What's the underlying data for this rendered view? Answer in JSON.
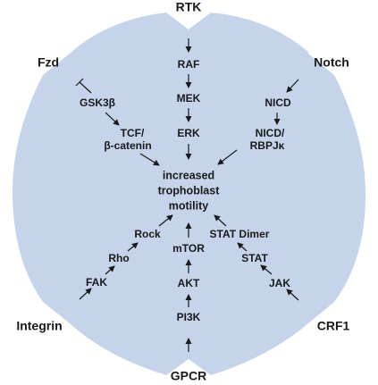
{
  "receptors": {
    "rtk": "RTK",
    "fzd": "Fzd",
    "notch": "Notch",
    "integrin": "Integrin",
    "crf1": "CRF1",
    "gpcr": "GPCR"
  },
  "nodes": {
    "raf": "RAF",
    "mek": "MEK",
    "erk": "ERK",
    "gsk3b": "GSK3β",
    "tcf_line1": "TCF/",
    "tcf_line2": "β-catenin",
    "nicd": "NICD",
    "nicd_rbpj_line1": "NICD/",
    "nicd_rbpj_line2": "RBPJκ",
    "fak": "FAK",
    "rho": "Rho",
    "rock": "Rock",
    "pi3k": "PI3K",
    "akt": "AKT",
    "mtor": "mTOR",
    "jak": "JAK",
    "stat": "STAT",
    "stat_dimer": "STAT Dimer"
  },
  "center": {
    "line1": "increased",
    "line2": "trophoblast",
    "line3": "motility"
  },
  "colors": {
    "cell_fill": "#c5d4ea",
    "text": "#1a1a1a"
  }
}
